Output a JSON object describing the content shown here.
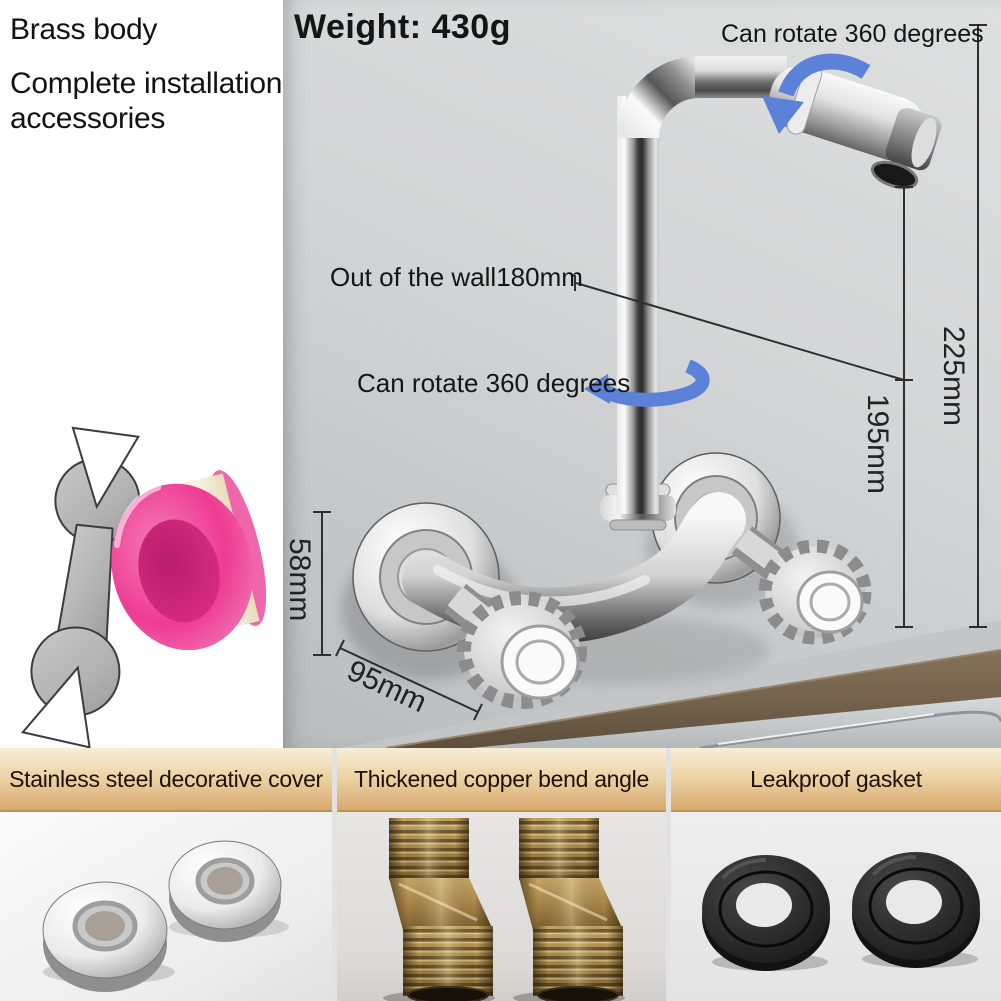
{
  "left_panel": {
    "feature_1": "Brass body",
    "feature_2": "Complete installation accessories",
    "accessories": [
      "open-end wrench",
      "thread seal tape roll"
    ]
  },
  "stage": {
    "weight": "Weight: 430g",
    "rotate_top": "Can rotate 360 degrees",
    "rotate_mid": "Can rotate 360 degrees",
    "wall_out": "Out of the wall180mm",
    "dim_total_height": "225mm",
    "dim_spout_height": "195mm",
    "dim_body_height": "58mm",
    "dim_body_width": "95mm",
    "subject": "wall-mounted chrome kitchen mixer faucet with two handles"
  },
  "bottom": {
    "columns": [
      {
        "label": "Stainless steel decorative cover",
        "item": "two chrome decorative covers"
      },
      {
        "label": "Thickened copper bend angle",
        "item": "two brass bend-angle fittings"
      },
      {
        "label": "Leakproof gasket",
        "item": "two black rubber gaskets"
      }
    ]
  },
  "colors": {
    "arrow_blue": "#5b82d8",
    "background_gray": "#d4d5d6",
    "header_beige_top": "#f7eed8",
    "header_beige_bottom": "#d7a96e",
    "counter_brown": "#75644e",
    "tape_pink": "#ee3b93"
  }
}
